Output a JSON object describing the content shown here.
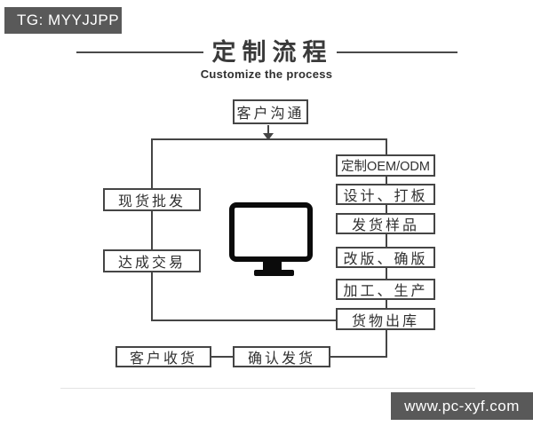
{
  "badges": {
    "top_left": "TG: MYYJJPP",
    "bottom_right": "www.pc-xyf.com"
  },
  "header": {
    "title": "定制流程",
    "subtitle": "Customize the process"
  },
  "flowchart": {
    "start": "客户沟通",
    "left_branch": [
      "现货批发",
      "达成交易"
    ],
    "right_branch": [
      "定制OEM/ODM",
      "设计、打板",
      "发货样品",
      "改版、确版",
      "加工、生产",
      "货物出库"
    ],
    "bottom_branch": [
      "客户收货",
      "确认发货"
    ],
    "center_icon": "monitor-icon"
  },
  "colors": {
    "badge_bg": "#595959",
    "line": "#454545",
    "text": "#303030"
  }
}
